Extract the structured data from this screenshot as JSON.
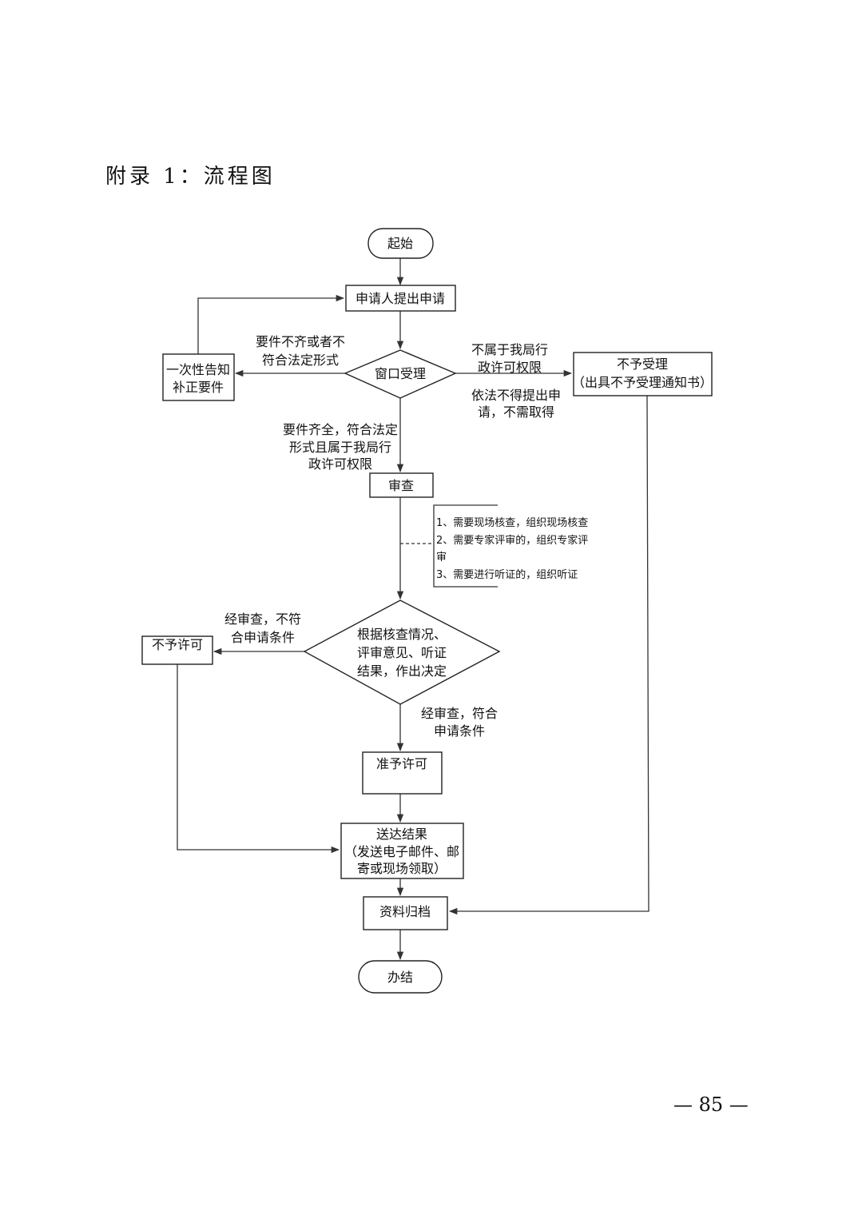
{
  "page": {
    "heading": "附录 1：流程图",
    "number": "— 85 —"
  },
  "flowchart": {
    "start": "起始",
    "apply": "申请人提出申请",
    "window": "窗口受理",
    "notify": [
      "一次性告知",
      "补正要件"
    ],
    "reject_accept": [
      "不予受理",
      "（出具不予受理通知书）"
    ],
    "review": "审查",
    "review_notes": [
      "1、需要现场核查，组织现场核查",
      "2、需要专家评审的，组织专家评",
      "审",
      "3、需要进行听证的，组织听证"
    ],
    "decision": [
      "根据核查情况、",
      "评审意见、听证",
      "结果，作出决定"
    ],
    "deny": "不予许可",
    "grant": "准予许可",
    "deliver": [
      "送达结果",
      "（发送电子邮件、邮",
      "寄或现场领取）"
    ],
    "archive": "资料归档",
    "end": "办结"
  },
  "labels": {
    "incomplete": [
      "要件不齐或者不",
      "符合法定形式"
    ],
    "not_authority": [
      "不属于我局行",
      "政许可权限"
    ],
    "not_needed": [
      "依法不得提出申",
      "请，不需取得"
    ],
    "complete": [
      "要件齐全，符合法定",
      "形式且属于我局行",
      "政许可权限"
    ],
    "fail": [
      "经审查，不符",
      "合申请条件"
    ],
    "pass": [
      "经审查，符合",
      "申请条件"
    ]
  }
}
